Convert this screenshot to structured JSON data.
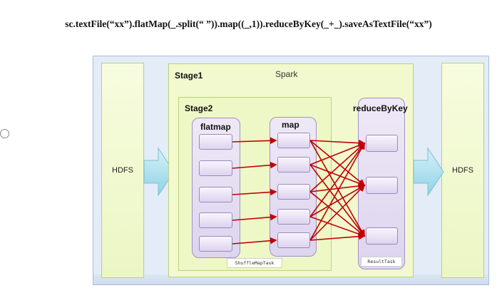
{
  "code": "sc.textFile(“xx”).flatMap(_.split(“ ”)).map((_,1)).reduceByKey(_+_).saveAsTextFile(“xx”)",
  "source_label": "HDFS",
  "sink_label": "HDFS",
  "stage1_label": "Stage1",
  "spark_label": "Spark",
  "stage2_label": "Stage2",
  "flatmap_label": "flatmap",
  "map_label": "map",
  "reduce_label": "reduceByKey",
  "shuffle_task_label": "ShuffleMapTask",
  "result_task_label": "ResultTask",
  "colors": {
    "edge": "#c00000",
    "flow_arrow": "#a6ddec",
    "stage_fill": "#f2f9cf",
    "partition_fill": "#e4dcf2"
  },
  "flatmap_partitions": 5,
  "map_partitions": 5,
  "reduce_partitions": 3
}
